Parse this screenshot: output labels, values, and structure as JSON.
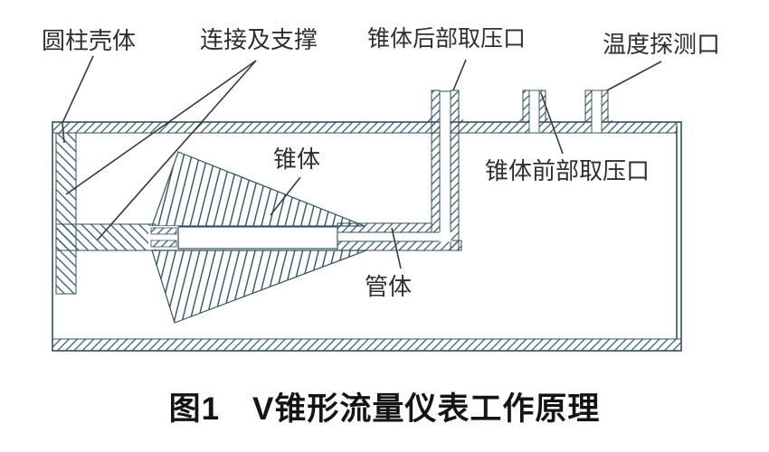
{
  "figure": {
    "type": "technical-diagram",
    "subject": "V-cone flowmeter working principle",
    "caption": "图1　V锥形流量仪表工作原理",
    "labels": {
      "shell": "圆柱壳体",
      "support": "连接及支撑",
      "rear_tap": "锥体后部取压口",
      "temp_port": "温度探测口",
      "cone": "锥体",
      "front_tap": "锥体前部取压口",
      "pipe": "管体"
    },
    "colors": {
      "hatch": "#3f5d6c",
      "outline": "#33505e",
      "leader": "#3a3a3a",
      "text": "#2f2f2f",
      "caption": "#141414",
      "background": "#ffffff"
    }
  }
}
